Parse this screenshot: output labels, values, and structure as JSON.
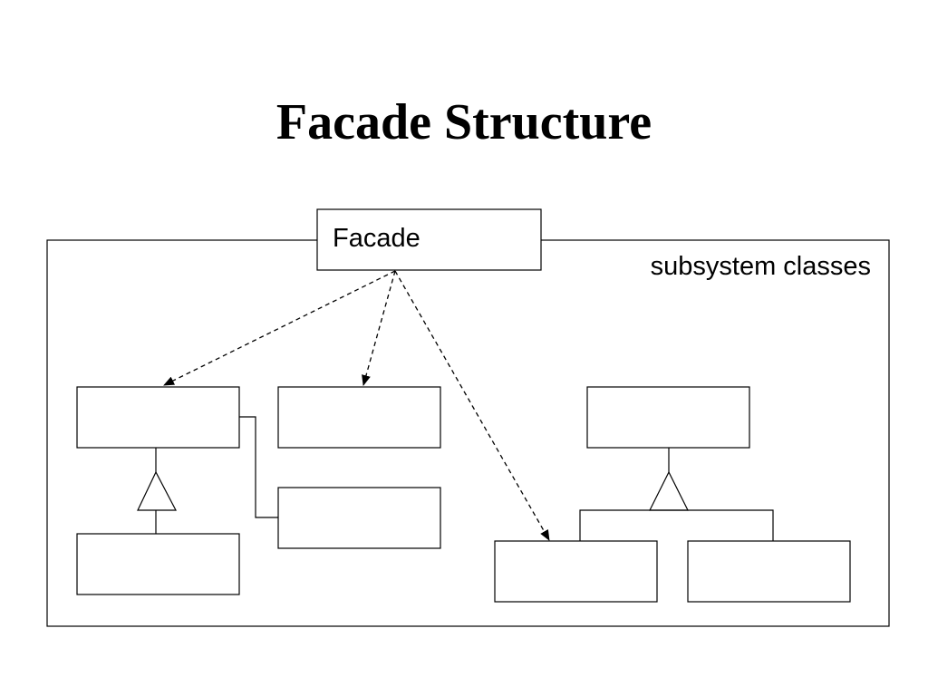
{
  "slide": {
    "title": "Facade Structure"
  },
  "diagram": {
    "facade_label": "Facade",
    "subsystem_label": "subsystem classes",
    "line_color": "#000000",
    "background_color": "#ffffff"
  }
}
